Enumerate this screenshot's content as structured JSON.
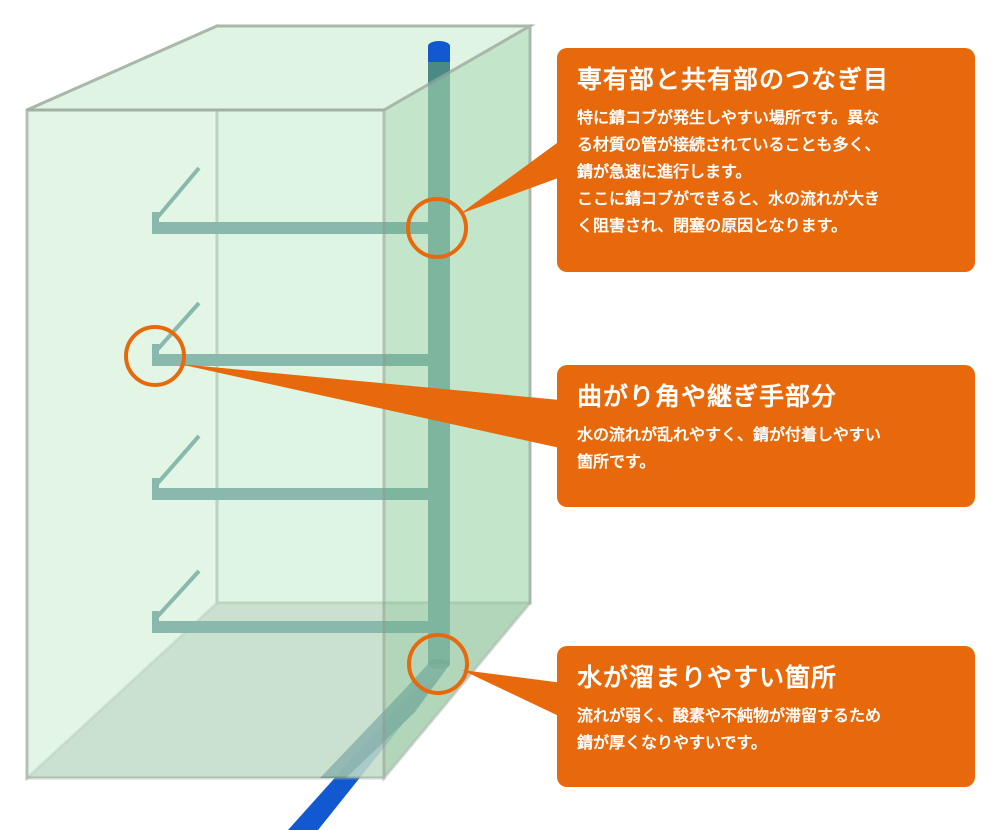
{
  "callouts": [
    {
      "title": "専有部と共有部のつなぎ目",
      "lines": [
        "特に錆コブが発生しやすい場所です。異な",
        "る材質の管が接続されていることも多く、",
        "錆が急速に進行します。",
        "ここに錆コブができると、水の流れが大き",
        "く阻害され、閉塞の原因となります。"
      ]
    },
    {
      "title": "曲がり角や継ぎ手部分",
      "lines": [
        "水の流れが乱れやすく、錆が付着しやすい",
        "箇所です。"
      ]
    },
    {
      "title": "水が溜まりやすい箇所",
      "lines": [
        "流れが弱く、酸素や不純物が滞留するため",
        "錆が厚くなりやすいです。"
      ]
    }
  ],
  "colors": {
    "callout_fill": "#e8690c",
    "callout_text": "#ffffff",
    "building_fill": "#d9f3df",
    "building_edge": "#9aaa9c",
    "pipe_fill": "#4a8a84",
    "pipe_blue": "#1259d1",
    "highlight_ring": "#e8690c"
  }
}
